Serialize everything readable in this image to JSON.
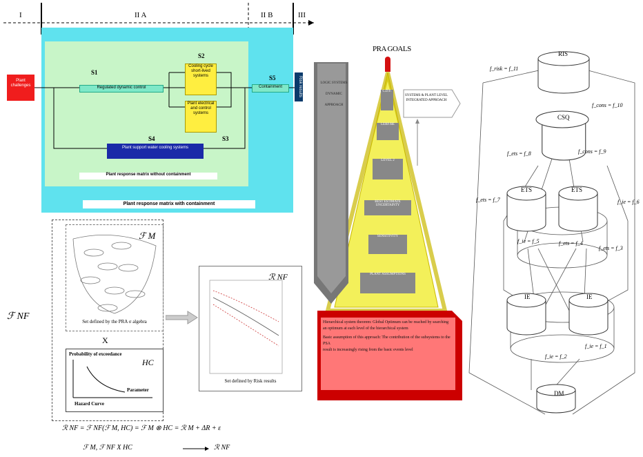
{
  "panel_a": {
    "regions": [
      "I",
      "II A",
      "II B",
      "III"
    ],
    "left_box": "Plant challenges",
    "right_box": "Risk results",
    "s_labels": {
      "s1": "S1",
      "s2": "S2",
      "s3": "S3",
      "s4": "S4",
      "s5": "S5"
    },
    "blocks": {
      "regulated": "Regulated dynamic control",
      "cooling": "Cooling cycle short-lived systems",
      "electrical": "Plant electrical and control systems",
      "support": "Plant support water cooling systems",
      "containment": "Containment"
    },
    "matrix_without": "Plant response matrix without containment",
    "matrix_with": "Plant response matrix with containment"
  },
  "panel_b": {
    "sigma_top": "ℱ M",
    "sigma_algebra_caption": "Set defined by the PRA σ algebra",
    "times": "X",
    "hazard_title": "Probability of exceedance",
    "hazard_hc": "HC",
    "hazard_param": "Parameter",
    "hazard_caption": "Hazard Curve",
    "risk_symbol": "ℛ NF",
    "risk_caption": "Set defined by Risk results",
    "left_symbol": "ℱ NF",
    "formula1": "ℛ NF = ℱ NF(ℱ M, HC) = ℱ M ⊗ HC = ℛ M + ΔR + ε",
    "formula2": "ℱ M, ℱ NF X HC",
    "formula2_result": "ℛ NF"
  },
  "panel_c": {
    "title": "PRA GOALS",
    "left_arrow": [
      "LOGIC SYSTEMS",
      "DYNAMIC",
      "APPROACH"
    ],
    "right_box": [
      "SYSTEMS & PLANT LEVEL",
      "INTEGRATED APPROACH"
    ],
    "levels": [
      "C.D.F.",
      "LERF/BE",
      "LEVEL 2",
      "BEST ESTIMATE UNCERTAINTY",
      "SENSITIVITY",
      "PLANT ASSUMPTIONS"
    ],
    "base_line1": "Hierarchical system theorem: Global Optimum can be reached by searching",
    "base_line2": "an optimum at each level of the hierarchical system",
    "base_line3": "Basic assumption of this approach: The contribution of the subsystems to the PSA",
    "base_line4": "result is increasingly rising from the basic events level"
  },
  "panel_d": {
    "nodes": {
      "top": "RIS",
      "cs": "CSQ",
      "ets1": "ETS",
      "ets2": "ETS",
      "ie1": "IE",
      "ie2": "IE",
      "bottom": "DM"
    },
    "labels": {
      "a": "f_risk = f_11",
      "b": "f_cons = f_10",
      "c": "f_cons = f_9",
      "d": "f_ets = f_8",
      "e": "f_ets = f_7",
      "f": "f_ie = f_6",
      "g": "f_ie = f_5",
      "h": "f_ets = f_4",
      "i": "f_ets = f_3",
      "j": "f_ie = f_2",
      "k": "f_ie = f_1"
    }
  }
}
